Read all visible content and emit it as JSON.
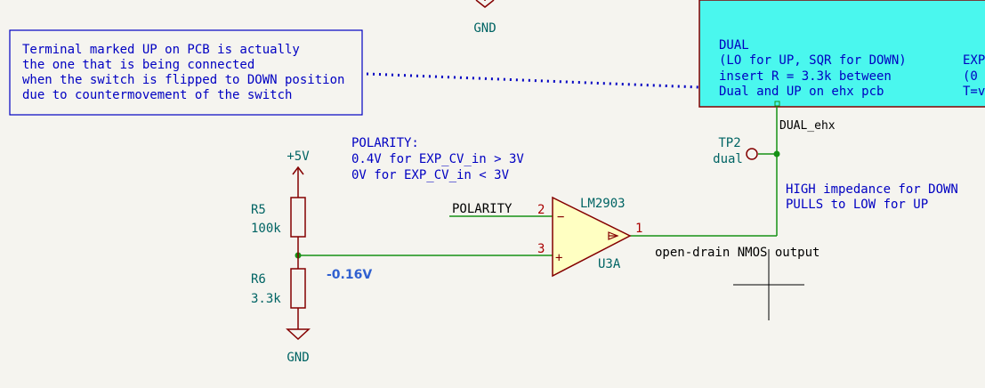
{
  "colors": {
    "background": "#f5f4ef",
    "wire": "#169116",
    "component": "#840000",
    "component_fill": "#ffffc2",
    "note_text": "#0000c2",
    "label_text": "#000000",
    "ref_text": "#006464",
    "sheet_fill": "#4af7ee",
    "pin_number": "#a90000",
    "junction": "#169116",
    "voltage_label": "#3060d0"
  },
  "top_power": {
    "label": "GND"
  },
  "note_box": {
    "lines": [
      "Terminal marked UP on PCB is actually",
      "the one that is being connected",
      "when the switch is flipped to DOWN position",
      "due to countermovement of the switch"
    ]
  },
  "sheet": {
    "lines": [
      "DUAL",
      "(LO for UP, SQR for DOWN)",
      "insert R = 3.3k between",
      "Dual and UP on ehx pcb"
    ],
    "right_fragments": [
      "EXP",
      "(0",
      "T=v"
    ]
  },
  "net_dual": {
    "label": "DUAL_ehx"
  },
  "testpoint": {
    "ref": "TP2",
    "value": "dual"
  },
  "polarity_note": {
    "lines": [
      "POLARITY:",
      "0.4V for EXP_CV_in > 3V",
      "0V for EXP_CV_in < 3V"
    ]
  },
  "impedance_note": {
    "lines": [
      "HIGH impedance for DOWN",
      "PULLS to LOW for UP"
    ]
  },
  "power_5v": {
    "label": "+5V"
  },
  "r5": {
    "ref": "R5",
    "value": "100k"
  },
  "r6": {
    "ref": "R6",
    "value": "3.3k"
  },
  "gnd_bottom": {
    "label": "GND"
  },
  "voltage_probe": {
    "value": "-0.16V"
  },
  "net_polarity": {
    "label": "POLARITY"
  },
  "opamp": {
    "value": "LM2903",
    "ref": "U3A",
    "pin_inv": "2",
    "pin_noninv": "3",
    "pin_out": "1",
    "minus_sign": "−",
    "plus_sign": "+"
  },
  "output_note": {
    "label": "open-drain NMOS output"
  }
}
